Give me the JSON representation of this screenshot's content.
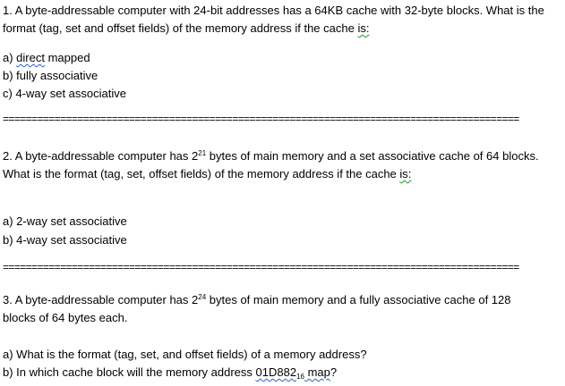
{
  "q1": {
    "line1": "1. A byte-addressable computer with 24-bit addresses has a 64KB cache with 32-byte blocks. What is the",
    "line2_a": "format (tag, set and offset fields) of the memory address if the cache ",
    "line2_b": "is:",
    "a_prefix": "a) ",
    "a_squig": "direct",
    "a_rest": " mapped",
    "b": "b) fully associative",
    "c": "c) 4-way set associative"
  },
  "separator": "==========================================================================================",
  "q2": {
    "line1_a": "2. A byte-addressable computer has 2",
    "line1_exp": "21",
    "line1_b": " bytes of main memory and a set associative cache of 64 blocks.",
    "line2_a": "What is the format (tag, set, offset fields) of the memory address if the cache ",
    "line2_b": "is:",
    "a": "a) 2-way set associative",
    "b": "b) 4-way set associative"
  },
  "q3": {
    "line1_a": "3. A byte-addressable computer has 2",
    "line1_exp": "24",
    "line1_b": " bytes of main memory and a fully associative cache of 128",
    "line2": "blocks of 64 bytes each.",
    "a": "a) What is the format (tag, set, and offset fields) of a memory address?",
    "b_a": "b) In which cache block will the memory address ",
    "b_addr": "01D882",
    "b_sub": "16",
    "b_map": " map",
    "b_end": "?"
  }
}
